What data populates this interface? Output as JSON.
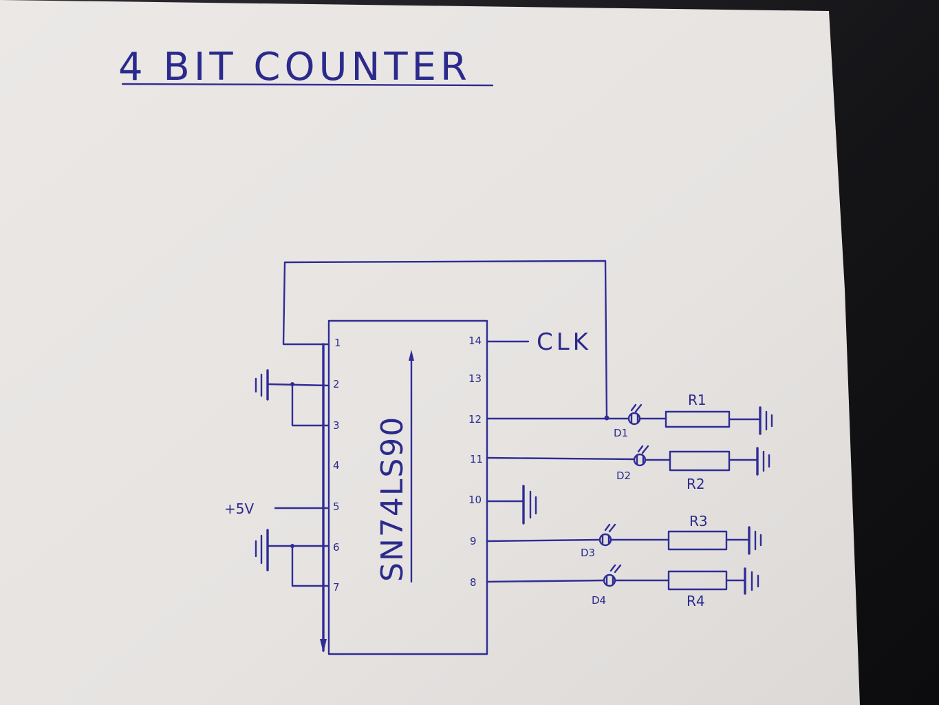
{
  "title": "4 BIT COUNTER",
  "chip": {
    "part_number": "SN74LS90",
    "left_pins": [
      "1",
      "2",
      "3",
      "4",
      "5",
      "6",
      "7"
    ],
    "right_pins": [
      "14",
      "13",
      "12",
      "11",
      "10",
      "9",
      "8"
    ]
  },
  "labels": {
    "clock": "CLK",
    "supply": "+5V"
  },
  "leds": [
    "D1",
    "D2",
    "D3",
    "D4"
  ],
  "resistors": [
    "R1",
    "R2",
    "R3",
    "R4"
  ],
  "colors": {
    "ink": "#2f2c96",
    "paper": "#e9e6e4"
  }
}
